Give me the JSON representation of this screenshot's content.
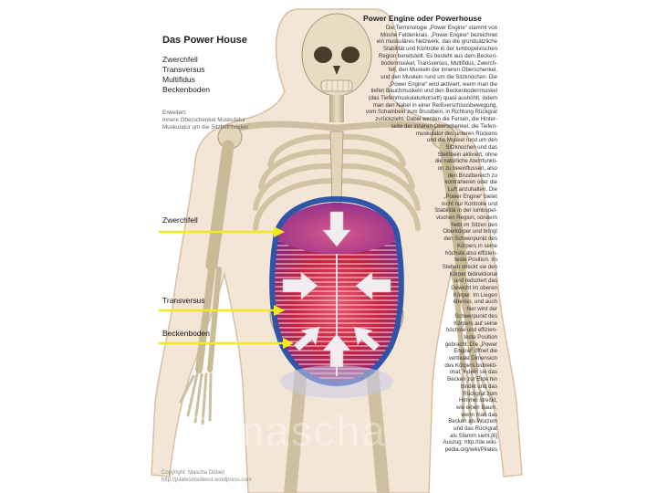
{
  "header": {
    "title": "Das Power House",
    "muscles": [
      "Zwerchfell",
      "Transversus",
      "Multifidus",
      "Beckenboden"
    ],
    "extended_label": "Erweitert:",
    "extended": [
      "Innere Oberschenkel Muskulatur",
      "Muskulatur um die Sitzbeinhöcker"
    ]
  },
  "labels": {
    "zwerchfell": "Zwerchfell",
    "transversus": "Transversus",
    "beckenboden": "Beckenboden"
  },
  "text_block": {
    "title": "Power Engine oder Powerhouse",
    "lines": [
      "Die Terminologie „Power Engine“ stammt von",
      "Moshe Feldenkrais. „Power Engine“ bezeichnet",
      "ein muskuläres Netzwerk, das die grundsätzliche",
      "Stabilität und Kontrolle in der lumbopelvischen",
      "Region bereitstellt. Es besteht aus dem Becken-",
      "bodenmuskel, Transversus, Multifidus, Zwerch-",
      "fell, den Muskeln der inneren Oberschenkel,",
      "und den Muskeln rund um die Sitzknochen. Die",
      "„Power Engine“ wird aktiviert, wenn man die",
      "tiefen Bauchmuskeln und den Beckenbodenmuskel",
      "(das Tiefenmuskulaturkorsett) quasi aushöhlt, indem",
      "man den Nabel in einer Reißverschlussbewegung,",
      "vom Schambein zum Brustbein, in Richtung Rückgrat",
      "zurückzieht. Dabei werden die Fersen, die Hinter-",
      "seite der inneren Oberschenkel, die Tiefen-",
      "muskulatur des unteren Rückens",
      "und die Muskel rund um den",
      "Sitzknochen und das",
      "Steißbein aktiviert, ohne",
      "die natürliche Atemfunkti-",
      "on zu beeinflussen, also",
      "den Brustbereich zu",
      "kontrahieren oder die",
      "Luft anzuhalten. Die",
      "„Power Engine“ bietet",
      "nicht nur Kontrolle und",
      "Stabilität in der lumbopel-",
      "vischen Region, sondern",
      "hebt im Sitzen den",
      "Oberkörper und bringt",
      "den Schwerpunkt des",
      "Körpers in seine",
      "höchste also effizien-",
      "teste Position. Im",
      "Stehen streckt sie den",
      "Körper bidirektional",
      "und reduziert das",
      "Gewicht im oberen",
      "Körper. Im Liegen",
      "ebenso, und auch",
      "hier wird der",
      "Schwerpunkt des",
      "Körpers auf seine",
      "höchste und effizien-",
      "teste Position",
      "gebracht. Die „Power",
      "Engine“ öffnet die",
      "vertikale Dimension",
      "des Körpers bidirekti-",
      "onal, indem sie das",
      "Becken zur Erde hin",
      "bindet und das",
      "Rückgrat zum",
      "Himmel streckt,",
      "wie einen Baum,",
      "wenn man das",
      "Becken als Wurzeln",
      "und das Rückgrat",
      "als Stamm sieht.[8]",
      "Auszug: http://de.wiki-",
      "pedia.org/wiki/Pilates"
    ]
  },
  "copyright": {
    "line1": "Copyright: Mascha Düben",
    "line2": "http://pilatesinsideout.wordpress.com"
  },
  "watermark": "© mascha",
  "colors": {
    "arrow_yellow": "#f2ea1a",
    "muscle_red": "#c8233f",
    "muscle_purple": "#8a2a8a",
    "outline_blue": "#2f55a8",
    "bone": "#ddd0b4",
    "skin": "#f3e6d6"
  }
}
